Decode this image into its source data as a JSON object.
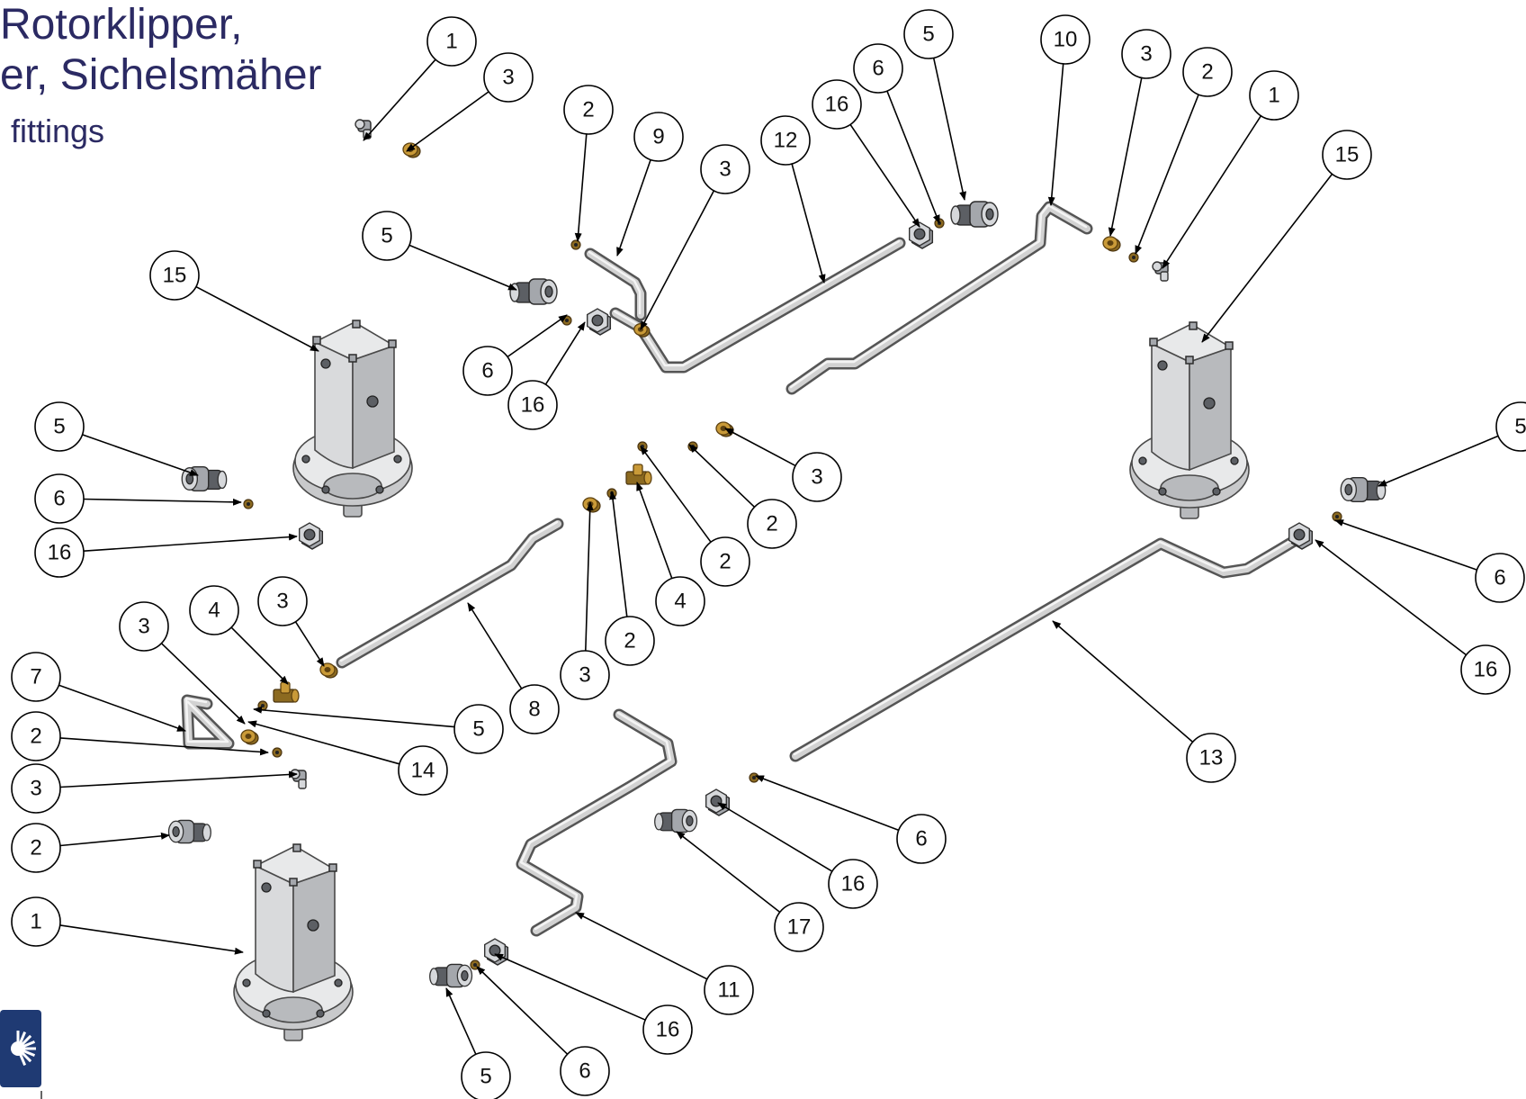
{
  "title": {
    "line1": "Rotorklipper,",
    "line2": "er, Sichelsmäher",
    "line3": "fittings"
  },
  "colors": {
    "title": "#2b2a63",
    "brass": "#c99a38",
    "steel": "#a4a7ac",
    "logo": "#1f3a73"
  },
  "parts": [
    {
      "kind": "motor",
      "name": "hydraulic-motor-left"
    },
    {
      "kind": "motor",
      "name": "hydraulic-motor-right"
    },
    {
      "kind": "motor",
      "name": "hydraulic-motor-bottom"
    },
    {
      "kind": "pipe",
      "name": "pipe"
    },
    {
      "kind": "elbow-fitting",
      "name": "elbow-fitting"
    },
    {
      "kind": "brass-nut",
      "name": "brass-nut"
    },
    {
      "kind": "hex-nut",
      "name": "hex-nut"
    },
    {
      "kind": "tee-fitting",
      "name": "tee-fitting"
    },
    {
      "kind": "grease-nipple",
      "name": "grease-nipple"
    },
    {
      "kind": "logo",
      "name": "brand-logo"
    }
  ],
  "callouts": [
    {
      "label": "1"
    },
    {
      "label": "3"
    },
    {
      "label": "2"
    },
    {
      "label": "9"
    },
    {
      "label": "3"
    },
    {
      "label": "12"
    },
    {
      "label": "16"
    },
    {
      "label": "6"
    },
    {
      "label": "5"
    },
    {
      "label": "10"
    },
    {
      "label": "3"
    },
    {
      "label": "2"
    },
    {
      "label": "1"
    },
    {
      "label": "15"
    },
    {
      "label": "5"
    },
    {
      "label": "15"
    },
    {
      "label": "6"
    },
    {
      "label": "16"
    },
    {
      "label": "5"
    },
    {
      "label": "6"
    },
    {
      "label": "16"
    },
    {
      "label": "3"
    },
    {
      "label": "2"
    },
    {
      "label": "2"
    },
    {
      "label": "4"
    },
    {
      "label": "2"
    },
    {
      "label": "3"
    },
    {
      "label": "8"
    },
    {
      "label": "3"
    },
    {
      "label": "4"
    },
    {
      "label": "3"
    },
    {
      "label": "7"
    },
    {
      "label": "2"
    },
    {
      "label": "3"
    },
    {
      "label": "2"
    },
    {
      "label": "1"
    },
    {
      "label": "5"
    },
    {
      "label": "14"
    },
    {
      "label": "5"
    },
    {
      "label": "6"
    },
    {
      "label": "16"
    },
    {
      "label": "13"
    },
    {
      "label": "6"
    },
    {
      "label": "16"
    },
    {
      "label": "17"
    },
    {
      "label": "11"
    },
    {
      "label": "16"
    },
    {
      "label": "5"
    },
    {
      "label": "6"
    }
  ]
}
